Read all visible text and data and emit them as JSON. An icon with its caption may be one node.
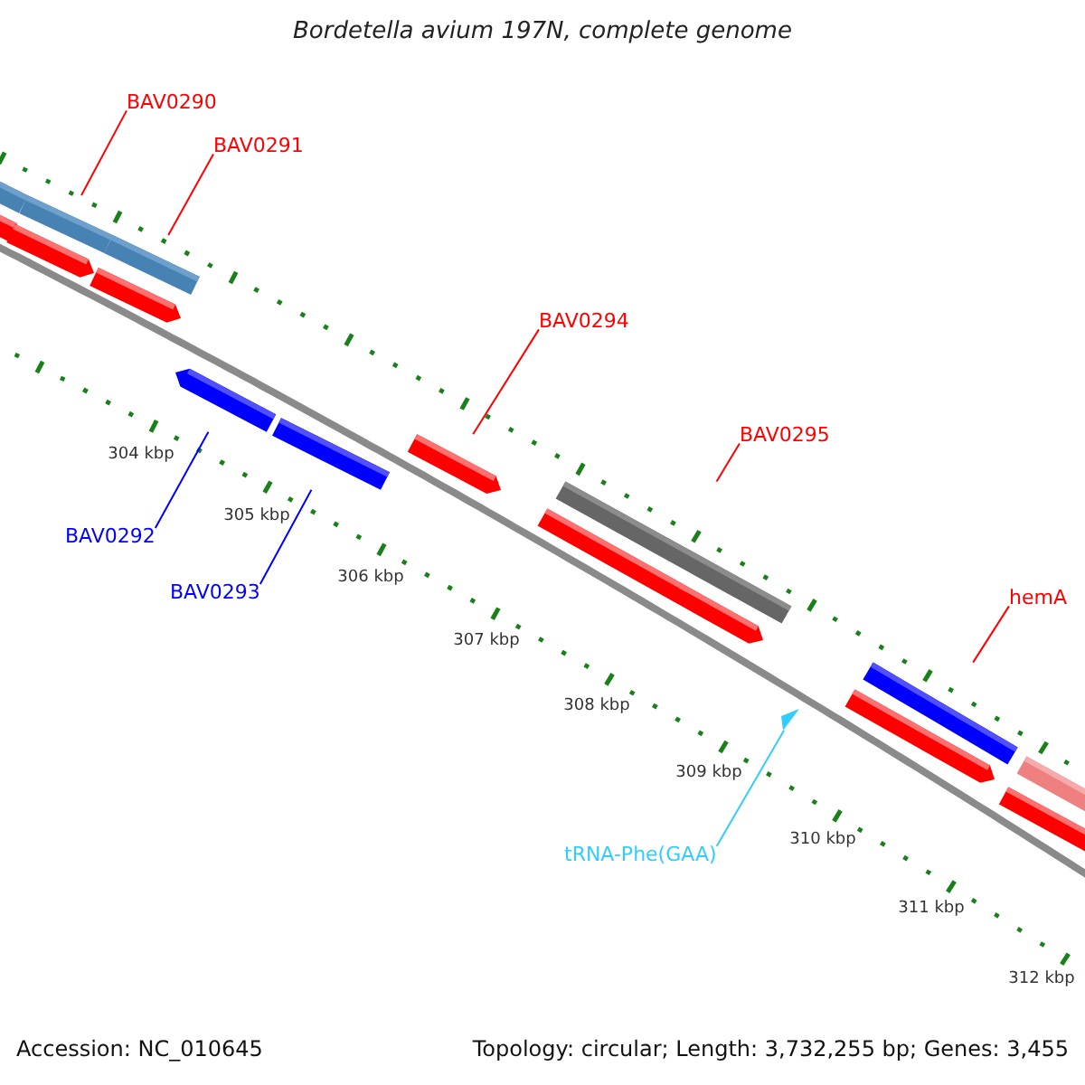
{
  "diagram": {
    "title": "Bordetella avium 197N, complete genome",
    "nodes": [
      {
        "text": [
          "BAV0290"
        ]
      },
      {
        "text": [
          "BAV0291"
        ]
      },
      {
        "text": [
          "BAV0292"
        ]
      },
      {
        "text": [
          "BAV0293"
        ]
      },
      {
        "text": [
          "BAV0294"
        ]
      },
      {
        "text": [
          "BAV0295"
        ]
      },
      {
        "text": [
          "hemA"
        ]
      },
      {
        "text": [
          "tRNA-Phe(GAA)"
        ]
      },
      {
        "text": [],
        "shape": "bar"
      },
      {
        "text": [],
        "shape": "bar"
      },
      {
        "text": [],
        "shape": "bar"
      },
      {
        "text": [],
        "shape": "bar"
      },
      {
        "text": [],
        "shape": "bar"
      },
      {
        "text": [],
        "shape": "bar"
      },
      {
        "text": [],
        "shape": "bar"
      },
      {
        "text": [],
        "shape": "bar"
      },
      {
        "text": [],
        "shape": "bar"
      },
      {
        "text": [],
        "shape": "bar"
      },
      {
        "text": [],
        "shape": "bar"
      },
      {
        "text": [],
        "shape": "triangle"
      },
      {
        "text": [],
        "shape": "bar"
      },
      {
        "text": [],
        "shape": "bar"
      },
      {
        "text": [],
        "shape": "bar"
      },
      {
        "text": [],
        "shape": "bar"
      }
    ],
    "edges": [
      {
        "from": 0,
        "to": 11,
        "arrow": "none"
      },
      {
        "from": 1,
        "to": 13,
        "arrow": "none"
      },
      {
        "from": 2,
        "to": 14,
        "arrow": "none",
        "color": "#0000ff"
      },
      {
        "from": 3,
        "to": 15,
        "arrow": "none",
        "color": "#0000ff"
      },
      {
        "from": 4,
        "to": 16,
        "arrow": "none"
      },
      {
        "from": 5,
        "to": 18,
        "arrow": "none"
      },
      {
        "from": 6,
        "to": 21,
        "arrow": "none"
      },
      {
        "from": 7,
        "to": 19,
        "arrow": "none",
        "color": "#33ccff"
      }
    ],
    "labels": [
      "304 kbp",
      "305 kbp",
      "306 kbp",
      "307 kbp",
      "308 kbp",
      "309 kbp",
      "310 kbp",
      "311 kbp",
      "312 kbp",
      "Accession: NC_010645",
      "Topology: circular; Length: 3,732,255 bp; Genes: 3,455"
    ]
  }
}
